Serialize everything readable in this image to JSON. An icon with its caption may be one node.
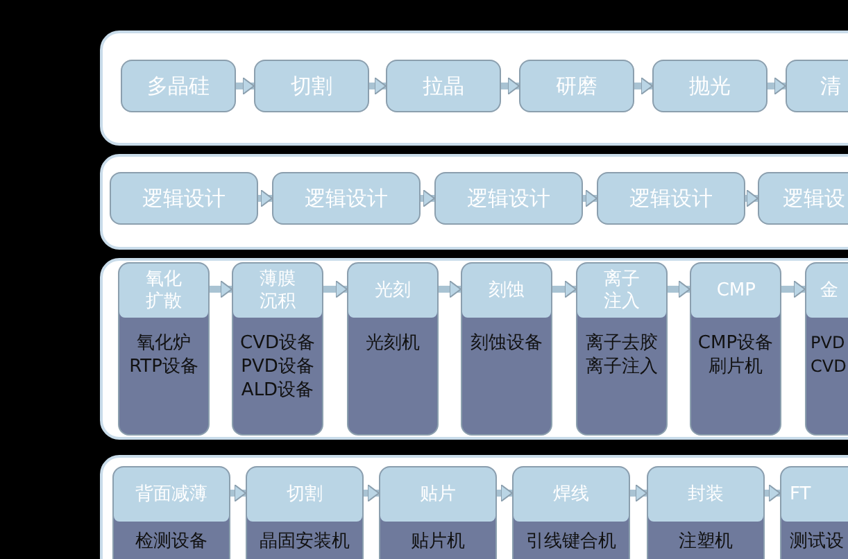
{
  "diagram": {
    "nodes": [
      {
        "text": [],
        "shape": "box"
      },
      {
        "text": [
          "多晶硅"
        ],
        "in": 0
      },
      {
        "text": [
          "切割"
        ],
        "in": 0
      },
      {
        "text": [
          "拉晶"
        ],
        "in": 0
      },
      {
        "text": [
          "研磨"
        ],
        "in": 0
      },
      {
        "text": [
          "抛光"
        ],
        "in": 0
      },
      {
        "text": [
          "清"
        ],
        "in": 0
      },
      {
        "text": [],
        "shape": "box"
      },
      {
        "text": [
          "逻辑设计"
        ],
        "in": 7
      },
      {
        "text": [
          "逻辑设计"
        ],
        "in": 7
      },
      {
        "text": [
          "逻辑设计"
        ],
        "in": 7
      },
      {
        "text": [
          "逻辑设计"
        ],
        "in": 7
      },
      {
        "text": [
          "逻辑设"
        ],
        "in": 7
      },
      {
        "text": [],
        "shape": "box"
      },
      {
        "text": [
          "氧化扩散",
          "氧化炉",
          "RTP设备"
        ],
        "in": 13
      },
      {
        "text": [
          "薄膜沉积",
          "CVD设备",
          "PVD设备",
          "ALD设备"
        ],
        "in": 13
      },
      {
        "text": [
          "光刻",
          "光刻机"
        ],
        "in": 13
      },
      {
        "text": [
          "刻蚀",
          "刻蚀设备"
        ],
        "in": 13
      },
      {
        "text": [
          "离子注入",
          "离子去胶",
          "离子注入"
        ],
        "in": 13
      },
      {
        "text": [
          "CMP",
          "CMP设备",
          "刷片机"
        ],
        "in": 13
      },
      {
        "text": [
          "金",
          "PVD",
          "CVD"
        ],
        "in": 13
      },
      {
        "text": [],
        "shape": "box"
      },
      {
        "text": [
          "背面减薄",
          "检测设备"
        ],
        "in": 21
      },
      {
        "text": [
          "切割",
          "晶固安装机"
        ],
        "in": 21
      },
      {
        "text": [
          "贴片",
          "贴片机"
        ],
        "in": 21
      },
      {
        "text": [
          "焊线",
          "引线键合机"
        ],
        "in": 21
      },
      {
        "text": [
          "封装",
          "注塑机"
        ],
        "in": 21
      },
      {
        "text": [
          "FT",
          "测试设"
        ],
        "in": 21
      }
    ],
    "edges": [
      {
        "from": 1,
        "to": 2,
        "arrow": "to"
      },
      {
        "from": 2,
        "to": 3,
        "arrow": "to"
      },
      {
        "from": 3,
        "to": 4,
        "arrow": "to"
      },
      {
        "from": 4,
        "to": 5,
        "arrow": "to"
      },
      {
        "from": 5,
        "to": 6,
        "arrow": "to"
      },
      {
        "from": 8,
        "to": 9,
        "arrow": "to"
      },
      {
        "from": 9,
        "to": 10,
        "arrow": "to"
      },
      {
        "from": 10,
        "to": 11,
        "arrow": "to"
      },
      {
        "from": 11,
        "to": 12,
        "arrow": "to"
      },
      {
        "from": 14,
        "to": 15,
        "arrow": "to"
      },
      {
        "from": 15,
        "to": 16,
        "arrow": "to"
      },
      {
        "from": 16,
        "to": 17,
        "arrow": "to"
      },
      {
        "from": 17,
        "to": 18,
        "arrow": "to"
      },
      {
        "from": 18,
        "to": 19,
        "arrow": "to"
      },
      {
        "from": 19,
        "to": 20,
        "arrow": "to"
      },
      {
        "from": 22,
        "to": 23,
        "arrow": "to"
      },
      {
        "from": 23,
        "to": 24,
        "arrow": "to"
      },
      {
        "from": 24,
        "to": 25,
        "arrow": "to"
      },
      {
        "from": 25,
        "to": 26,
        "arrow": "to"
      },
      {
        "from": 26,
        "to": 27,
        "arrow": "to"
      }
    ]
  }
}
